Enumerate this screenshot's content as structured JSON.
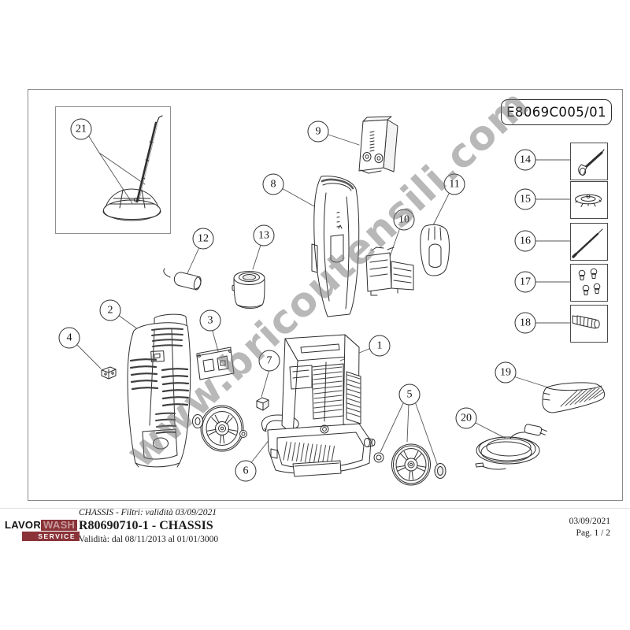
{
  "page": {
    "code": "E8069C005/01",
    "watermark": "www.bricoutensili.com",
    "date": "03/09/2021",
    "page_label": "Pag. 1 / 2"
  },
  "logo": {
    "brand_black": "LAVOR",
    "brand_red": "WASH",
    "service": "SERVICE",
    "maroon_color": "#8a3338"
  },
  "footer": {
    "filter_line": "CHASSIS - Filtri: validità 03/09/2021",
    "title": "R80690710-1 - CHASSIS",
    "validity": "Validità: dal 08/11/2013 al 01/01/3000"
  },
  "callouts": {
    "c1": "1",
    "c2": "2",
    "c3": "3",
    "c4": "4",
    "c5": "5",
    "c6": "6",
    "c7": "7",
    "c8": "8",
    "c9": "9",
    "c10": "10",
    "c11": "11",
    "c12": "12",
    "c13": "13",
    "c14": "14",
    "c15": "15",
    "c16": "16",
    "c17": "17",
    "c18": "18",
    "c19": "19",
    "c20": "20",
    "c21": "21"
  },
  "accessory_icons": {
    "i14": "spray-gun-icon",
    "i15": "hose-guide-disc-icon",
    "i16": "lance-icon",
    "i17": "nozzle-kit-icon",
    "i18": "rotating-nozzle-icon"
  }
}
